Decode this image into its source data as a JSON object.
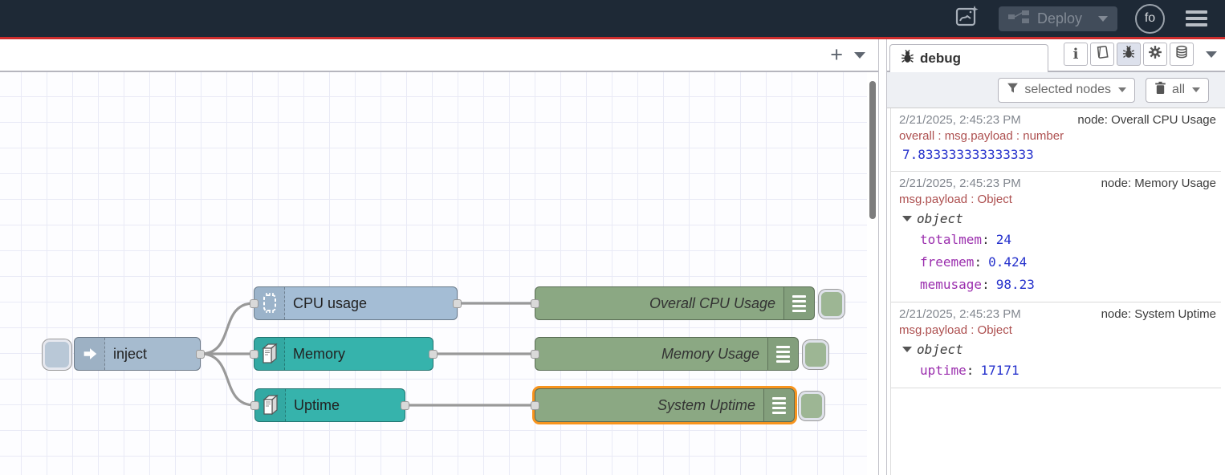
{
  "header": {
    "deploy_label": "Deploy",
    "avatar_text": "fo"
  },
  "workspace": {
    "add_flow_label": "+"
  },
  "flow": {
    "colors": {
      "inject_node": "#a6bbcf",
      "cpu_node": "#a4bdd5",
      "os_node": "#36b3ac",
      "debug_node": "#8ba883",
      "selection": "#f7941e",
      "wire": "#999999"
    },
    "nodes": [
      {
        "label": "inject",
        "type": "inject"
      },
      {
        "label": "CPU usage",
        "type": "os-cpu"
      },
      {
        "label": "Memory",
        "type": "os-memory"
      },
      {
        "label": "Uptime",
        "type": "os-uptime"
      },
      {
        "label": "Overall CPU Usage",
        "type": "debug"
      },
      {
        "label": "Memory Usage",
        "type": "debug"
      },
      {
        "label": "System Uptime",
        "type": "debug",
        "selected": true
      }
    ]
  },
  "sidebar": {
    "tab_label": "debug",
    "filter_label": "selected nodes",
    "clear_label": "all",
    "messages": [
      {
        "timestamp": "2/21/2025, 2:45:23 PM",
        "node": "node: Overall CPU Usage",
        "meta": "overall : msg.payload : number",
        "value": "7.833333333333333"
      },
      {
        "timestamp": "2/21/2025, 2:45:23 PM",
        "node": "node: Memory Usage",
        "meta": "msg.payload : Object",
        "tree_label": "object",
        "entries": [
          {
            "key": "totalmem",
            "value": "24"
          },
          {
            "key": "freemem",
            "value": "0.424"
          },
          {
            "key": "memusage",
            "value": "98.23"
          }
        ]
      },
      {
        "timestamp": "2/21/2025, 2:45:23 PM",
        "node": "node: System Uptime",
        "meta": "msg.payload : Object",
        "tree_label": "object",
        "entries": [
          {
            "key": "uptime",
            "value": "17171"
          }
        ]
      }
    ]
  }
}
